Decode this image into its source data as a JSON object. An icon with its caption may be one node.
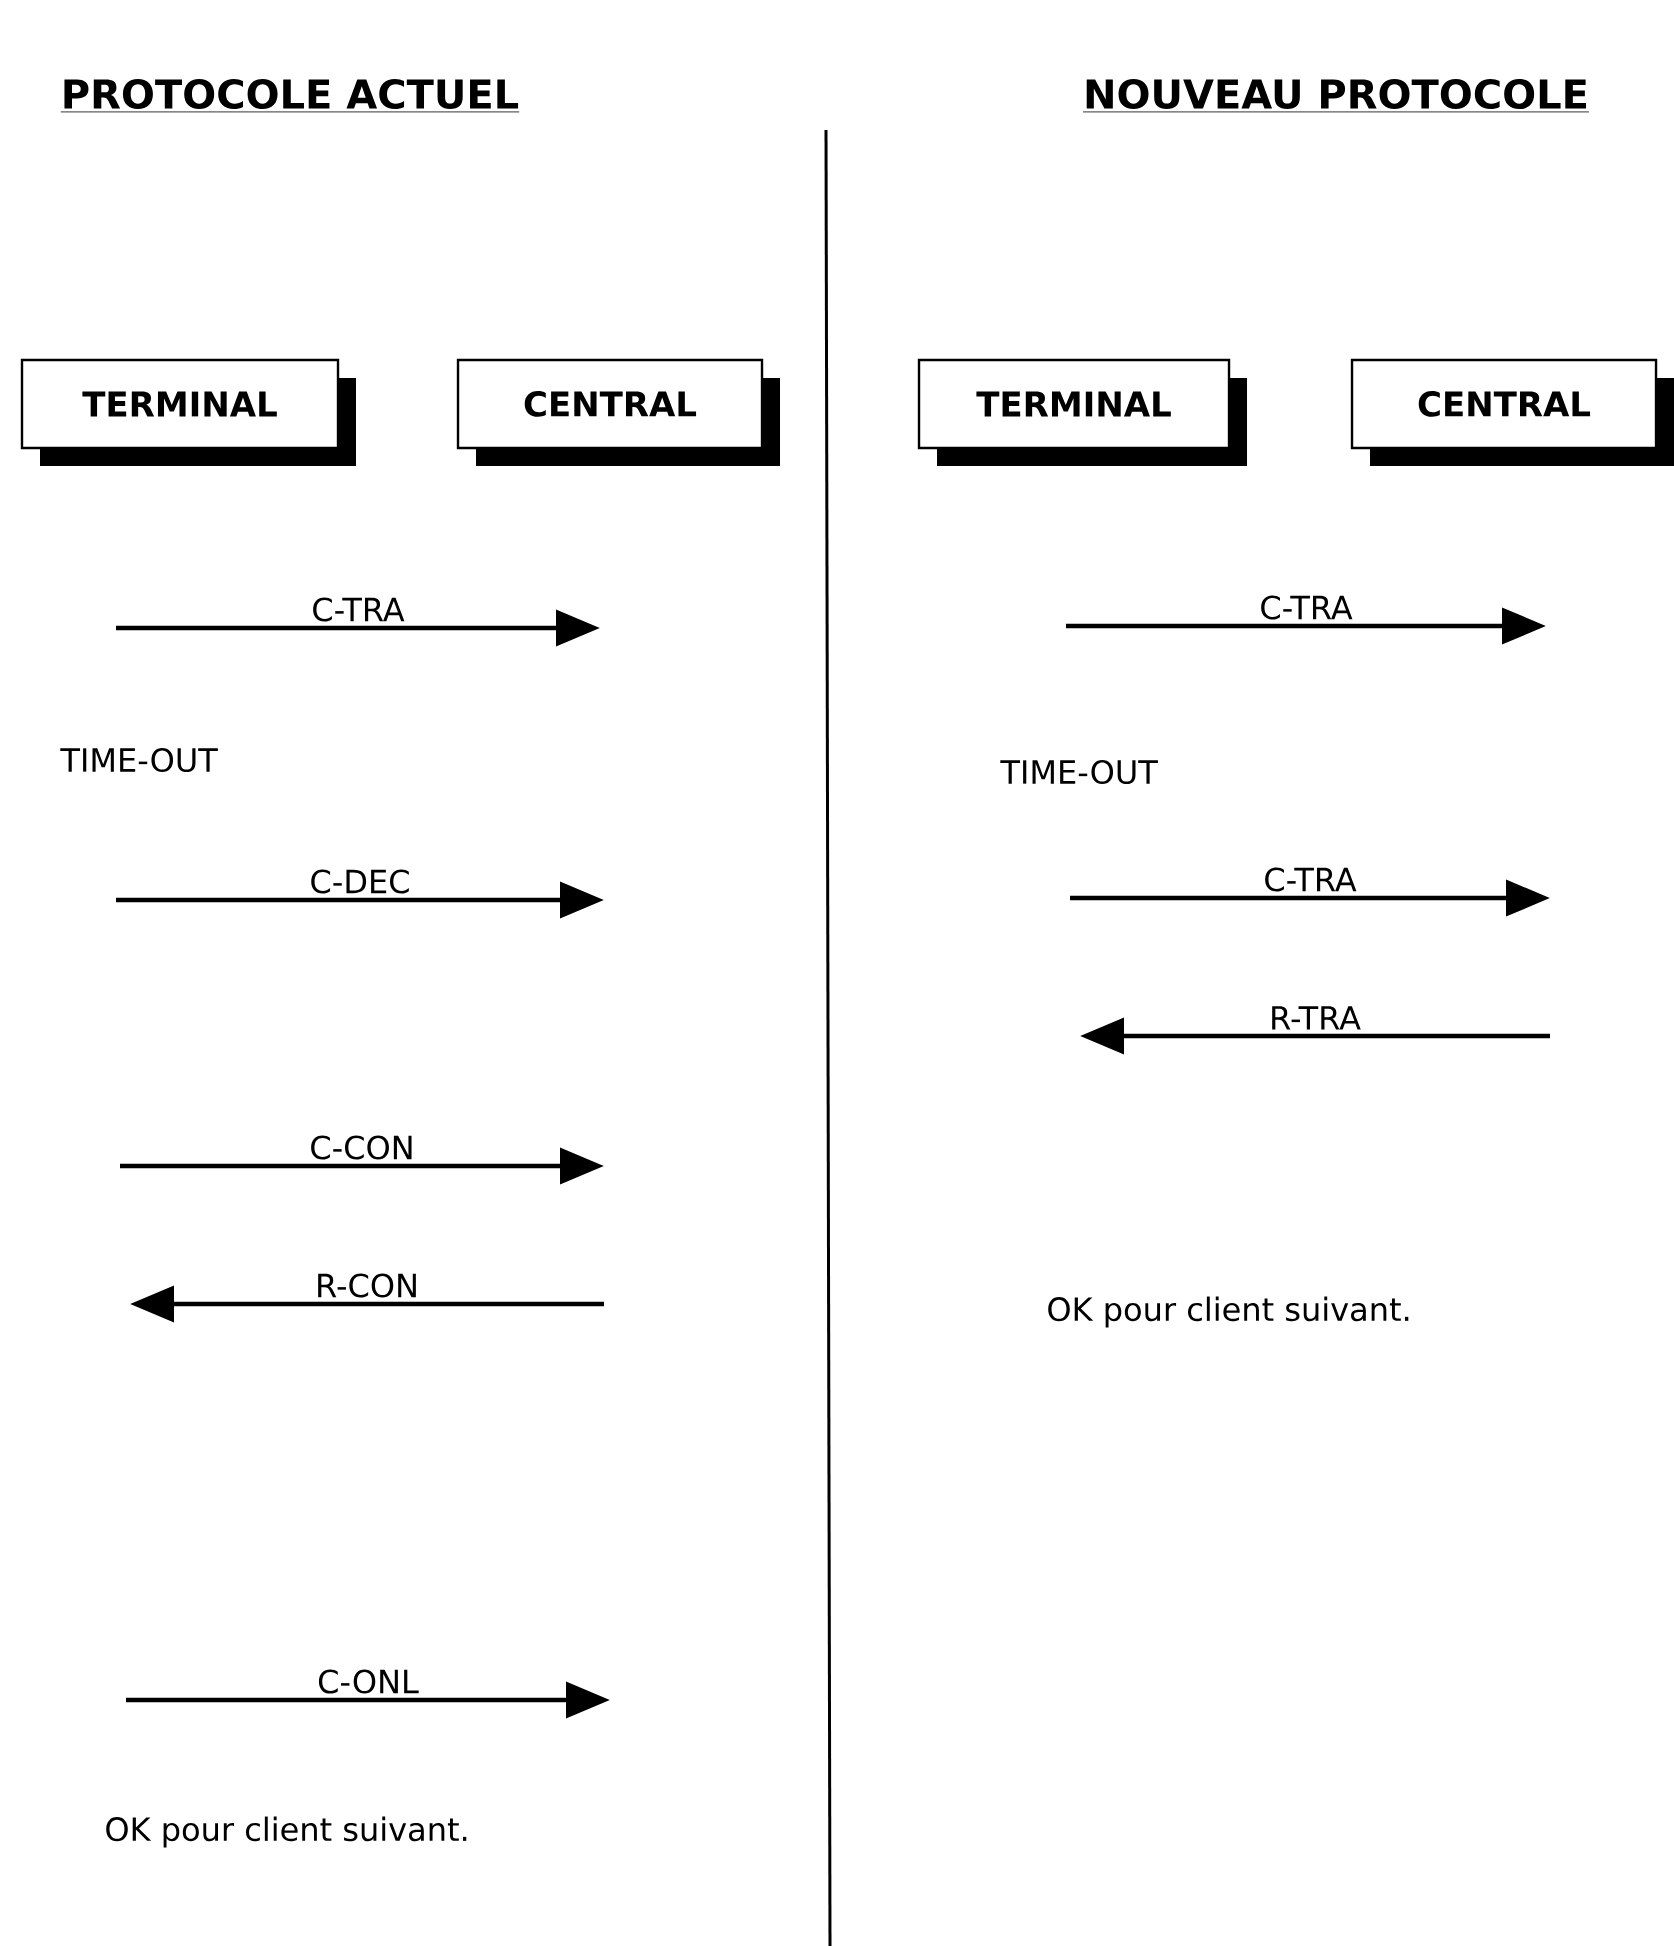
{
  "diagram": {
    "nodes": [
      {
        "text": [
          "TERMINAL"
        ]
      },
      {
        "text": [
          "CENTRAL"
        ]
      },
      {
        "text": [
          "TERMINAL"
        ]
      },
      {
        "text": [
          "CENTRAL"
        ]
      }
    ],
    "labels": [
      "PROTOCOLE ACTUEL",
      "NOUVEAU PROTOCOLE",
      "C-TRA",
      "TIME-OUT",
      "C-DEC",
      "C-CON",
      "R-CON",
      "C-ONL",
      "OK pour client suivant.",
      "C-TRA",
      "TIME-OUT",
      "C-TRA",
      "R-TRA",
      "OK pour client suivant."
    ]
  }
}
